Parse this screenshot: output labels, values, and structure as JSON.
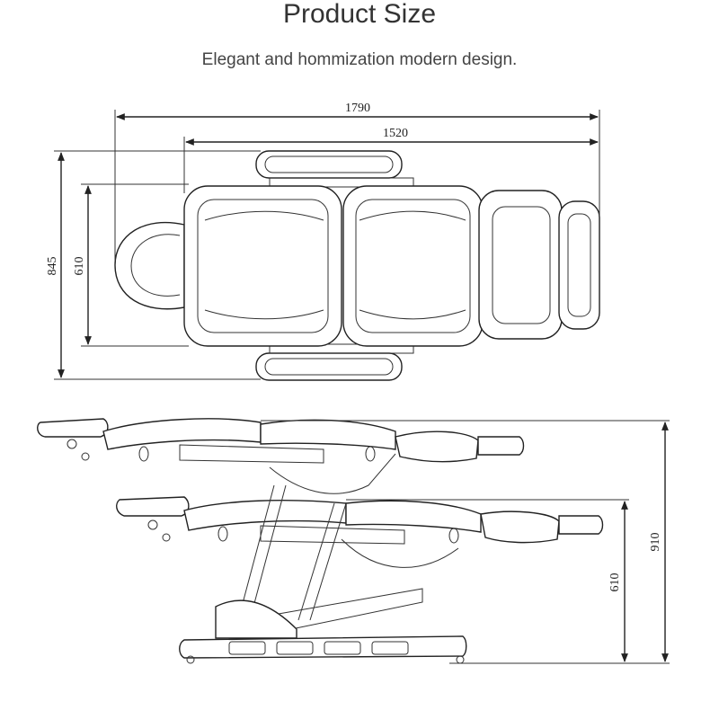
{
  "header": {
    "title": "Product Size",
    "subtitle": "Elegant and  hommization modern design."
  },
  "dimensions": {
    "top_total_length": "1790",
    "top_body_length": "1520",
    "top_total_width": "845",
    "top_seat_width": "610",
    "side_max_height": "910",
    "side_min_height": "610"
  },
  "colors": {
    "title_highlight": "#c7d1f0",
    "line": "#222222"
  }
}
